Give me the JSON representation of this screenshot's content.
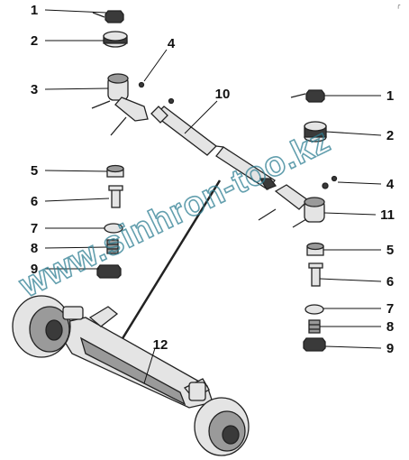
{
  "corner_mark": "╭",
  "watermark": "www.sinhron-too.kz",
  "callouts": {
    "left": [
      "1",
      "2",
      "3",
      "5",
      "6",
      "7",
      "8",
      "9"
    ],
    "four_top": "4",
    "ten": "10",
    "right": [
      "1",
      "2",
      "4",
      "11",
      "5",
      "6",
      "7",
      "8",
      "9"
    ],
    "twelve": "12"
  },
  "colors": {
    "ink": "#111111",
    "watermark": "#2f7f93",
    "background": "#ffffff"
  }
}
